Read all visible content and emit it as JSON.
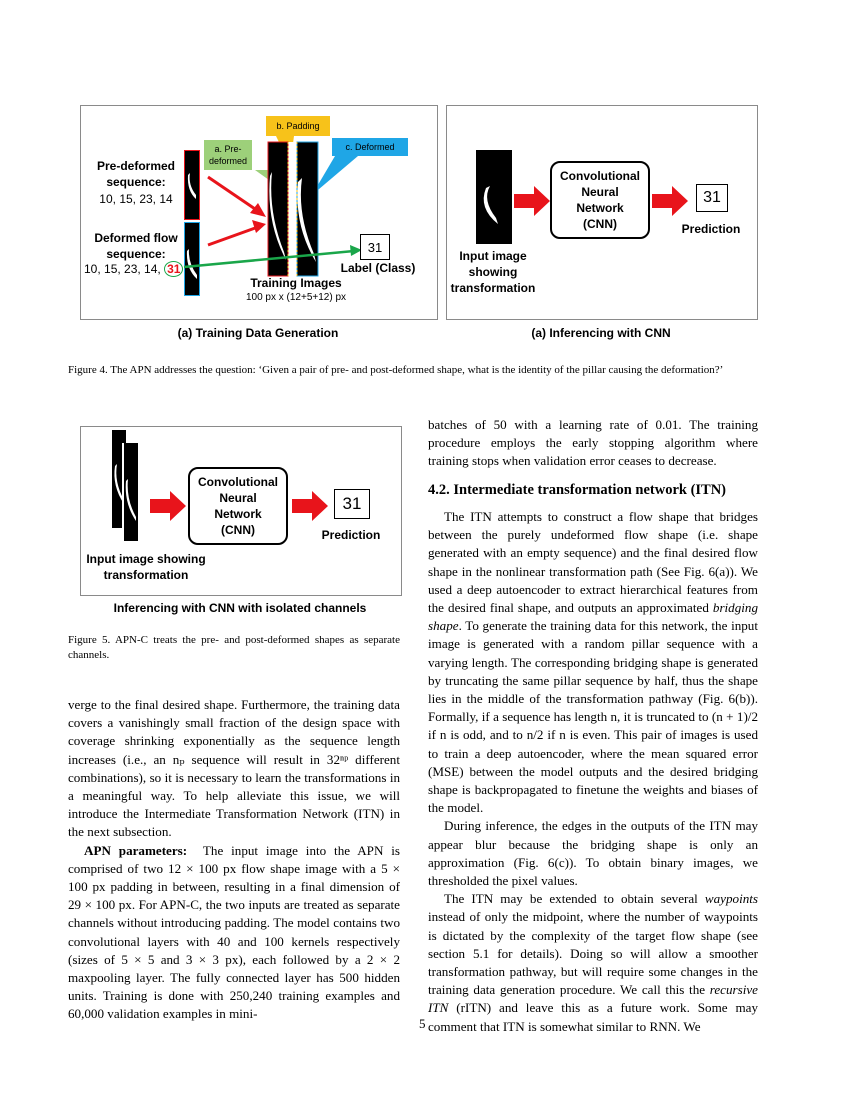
{
  "figure4": {
    "left": {
      "pre_label_1": "Pre-deformed",
      "pre_label_2": "sequence:",
      "pre_seq": "10, 15, 23, 14",
      "def_label_1": "Deformed flow",
      "def_label_2": "sequence:",
      "def_seq": "10, 15, 23, 14, ",
      "def_seq_highlight": "31",
      "tag_pre_1": "a. Pre-",
      "tag_pre_2": "deformed",
      "tag_padding": "b. Padding",
      "tag_deformed": "c. Deformed",
      "label_value": "31",
      "label_text": "Label (Class)",
      "training_title": "Training Images",
      "training_dims": "100 px x (12+5+12) px",
      "subcaption": "(a) Training Data Generation"
    },
    "right": {
      "cnn_1": "Convolutional",
      "cnn_2": "Neural",
      "cnn_3": "Network",
      "cnn_4": "(CNN)",
      "prediction_value": "31",
      "prediction_label": "Prediction",
      "input_1": "Input image",
      "input_2": "showing",
      "input_3": "transformation",
      "subcaption": "(a) Inferencing with CNN"
    },
    "caption": "Figure 4. The APN addresses the question: ‘Given a pair of pre- and post-deformed shape, what is the identity of the pillar causing the deformation?’"
  },
  "figure5": {
    "cnn_1": "Convolutional",
    "cnn_2": "Neural",
    "cnn_3": "Network",
    "cnn_4": "(CNN)",
    "prediction_value": "31",
    "prediction_label": "Prediction",
    "input_1": "Input image showing",
    "input_2": "transformation",
    "subcaption": "Inferencing with CNN with isolated channels",
    "caption": "Figure 5. APN-C treats the pre- and post-deformed shapes as separate channels."
  },
  "left_column": {
    "para1": "verge to the final desired shape. Furthermore, the training data covers a vanishingly small fraction of the design space with coverage shrinking exponentially as the sequence length increases (i.e., an nₚ sequence will result in 32ⁿᵖ different combinations), so it is necessary to learn the transformations in a meaningful way. To help alleviate this issue, we will introduce the Intermediate Transformation Network (ITN) in the next subsection.",
    "para2_head": "APN parameters:",
    "para2": "The input image into the APN is comprised of two 12 × 100 px flow shape image with a 5 × 100 px padding in between, resulting in a final dimension of 29 × 100 px. For APN-C, the two inputs are treated as separate channels without introducing padding. The model contains two convolutional layers with 40 and 100 kernels respectively (sizes of 5 × 5 and 3 × 3 px), each followed by a 2 × 2 maxpooling layer. The fully connected layer has 500 hidden units. Training is done with 250,240 training examples and 60,000 validation examples in mini-"
  },
  "right_column": {
    "para0": "batches of 50 with a learning rate of 0.01. The training procedure employs the early stopping algorithm where training stops when validation error ceases to decrease.",
    "section_title": "4.2. Intermediate transformation network (ITN)",
    "para1_a": "The ITN attempts to construct a flow shape that bridges between the purely undeformed flow shape (i.e. shape generated with an empty sequence) and the final desired flow shape in the nonlinear transformation path (See Fig. 6(a)). We used a deep autoencoder to extract hierarchical features from the desired final shape, and outputs an approximated ",
    "para1_em": "bridging shape",
    "para1_b": ". To generate the training data for this network, the input image is generated with a random pillar sequence with a varying length. The corresponding bridging shape is generated by truncating the same pillar sequence by half, thus the shape lies in the middle of the transformation pathway (Fig. 6(b)). Formally, if a sequence has length n, it is truncated to (n + 1)/2 if n is odd, and to n/2 if n is even. This pair of images is used to train a deep autoencoder, where the mean squared error (MSE) between the model outputs and the desired bridging shape is backpropagated to finetune the weights and biases of the model.",
    "para2": "During inference, the edges in the outputs of the ITN may appear blur because the bridging shape is only an approximation (Fig. 6(c)). To obtain binary images, we thresholded the pixel values.",
    "para3_a": "The ITN may be extended to obtain several ",
    "para3_em1": "waypoints",
    "para3_b": " instead of only the midpoint, where the number of waypoints is dictated by the complexity of the target flow shape (see section 5.1 for details). Doing so will allow a smoother transformation pathway, but will require some changes in the training data generation procedure. We call this the ",
    "para3_em2": "recursive ITN",
    "para3_c": " (rITN) and leave this as a future work. Some may comment that ITN is somewhat similar to RNN. We"
  },
  "page_number": "5",
  "colors": {
    "arrow_red": "#e8141b",
    "arrow_green": "#1aa64a",
    "tag_yellow": "#f7c21a",
    "tag_green": "#9dd07a",
    "tag_blue": "#1fa6e6",
    "red_text": "#e8141b"
  }
}
